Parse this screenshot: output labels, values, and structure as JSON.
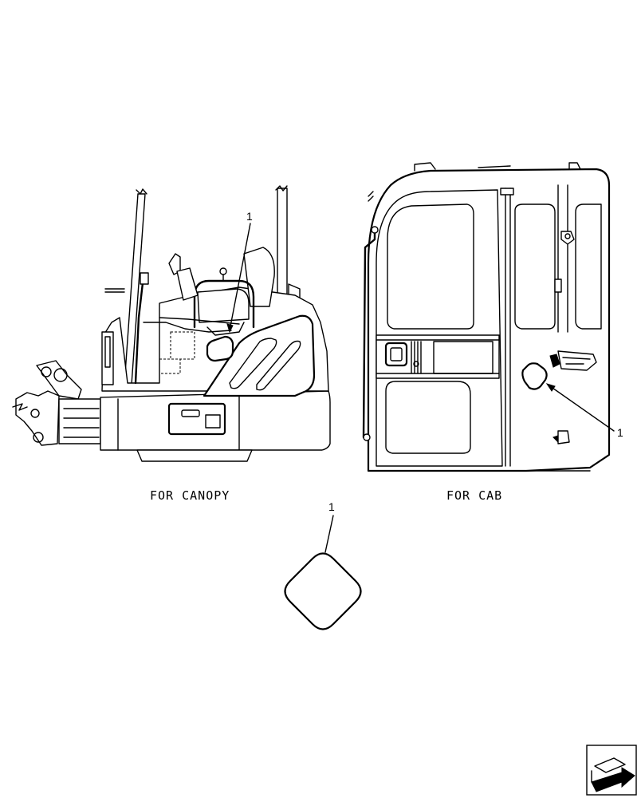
{
  "views": {
    "canopy": {
      "caption": "FOR CANOPY",
      "callout": "1"
    },
    "cab": {
      "caption": "FOR CAB",
      "callout": "1"
    },
    "decal": {
      "callout": "1"
    }
  },
  "nav_icon": "next-page-arrow-icon"
}
